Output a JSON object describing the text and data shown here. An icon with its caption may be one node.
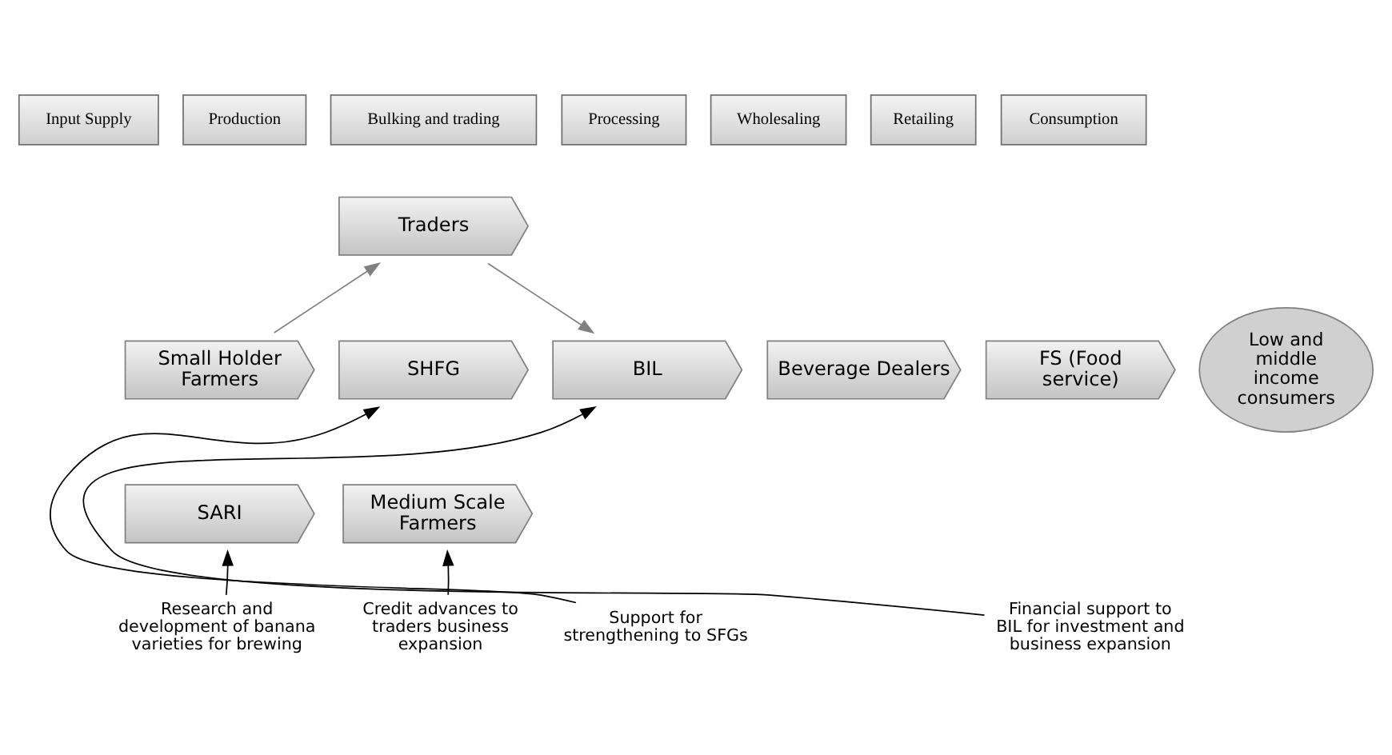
{
  "diagram": {
    "nodes": [
      {
        "text": [
          "Input Supply"
        ]
      },
      {
        "text": [
          "Production"
        ]
      },
      {
        "text": [
          "Bulking and trading"
        ]
      },
      {
        "text": [
          "Processing"
        ]
      },
      {
        "text": [
          "Wholesaling"
        ]
      },
      {
        "text": [
          "Retailing"
        ]
      },
      {
        "text": [
          "Consumption"
        ]
      },
      {
        "text": [
          "Traders"
        ]
      },
      {
        "text": [
          "Small Holder Farmers"
        ]
      },
      {
        "text": [
          "SHFG"
        ]
      },
      {
        "text": [
          "BIL"
        ]
      },
      {
        "text": [
          "Beverage Dealers"
        ]
      },
      {
        "text": [
          "FS (Food service)"
        ]
      },
      {
        "text": [
          "Low and middle income consumers"
        ]
      },
      {
        "text": [
          "SARI"
        ]
      },
      {
        "text": [
          "Medium Scale Farmers"
        ]
      },
      {
        "text": [
          "Research and development of banana varieties for brewing"
        ]
      },
      {
        "text": [
          "Credit advances to traders business expansion"
        ]
      },
      {
        "text": [
          "Support for strengthening to SFGs"
        ]
      },
      {
        "text": [
          "Financial support to BIL for investment and business expansion"
        ]
      }
    ],
    "edges": [
      {
        "from": 8,
        "to": 7,
        "arrow": "to",
        "color": "#808080"
      },
      {
        "from": 7,
        "to": 10,
        "arrow": "to",
        "color": "#808080"
      },
      {
        "from": 16,
        "to": 14,
        "arrow": "to"
      },
      {
        "from": 17,
        "to": 15,
        "arrow": "to"
      },
      {
        "from": 18,
        "to": 9,
        "arrow": "to"
      },
      {
        "from": 19,
        "to": 10,
        "arrow": "to"
      }
    ]
  }
}
